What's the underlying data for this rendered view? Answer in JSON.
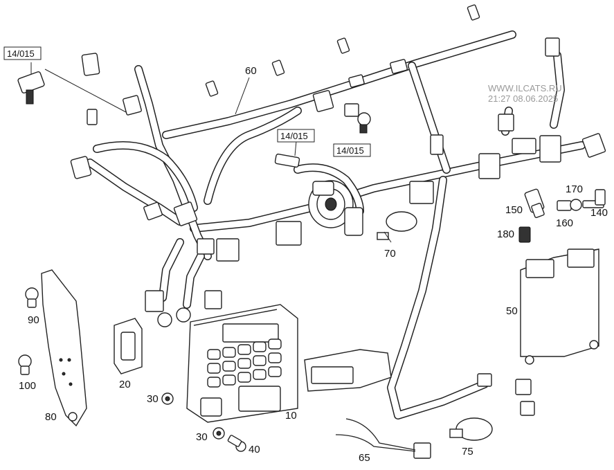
{
  "watermark": {
    "site": "WWW.ILCATS.RU",
    "datetime": "21:27 08.06.2025"
  },
  "references": [
    {
      "id": "ref-left",
      "text": "14/015"
    },
    {
      "id": "ref-center",
      "text": "14/015"
    },
    {
      "id": "ref-right",
      "text": "14/015"
    }
  ],
  "part_labels": [
    {
      "id": "p60",
      "text": "60"
    },
    {
      "id": "p170",
      "text": "170"
    },
    {
      "id": "p150",
      "text": "150"
    },
    {
      "id": "p160",
      "text": "160"
    },
    {
      "id": "p140",
      "text": "140"
    },
    {
      "id": "p180",
      "text": "180"
    },
    {
      "id": "p70",
      "text": "70"
    },
    {
      "id": "p90",
      "text": "90"
    },
    {
      "id": "p50",
      "text": "50"
    },
    {
      "id": "p100",
      "text": "100"
    },
    {
      "id": "p20",
      "text": "20"
    },
    {
      "id": "p30a",
      "text": "30"
    },
    {
      "id": "p10",
      "text": "10"
    },
    {
      "id": "p80",
      "text": "80"
    },
    {
      "id": "p30b",
      "text": "30"
    },
    {
      "id": "p40",
      "text": "40"
    },
    {
      "id": "p65",
      "text": "65"
    },
    {
      "id": "p75",
      "text": "75"
    }
  ]
}
